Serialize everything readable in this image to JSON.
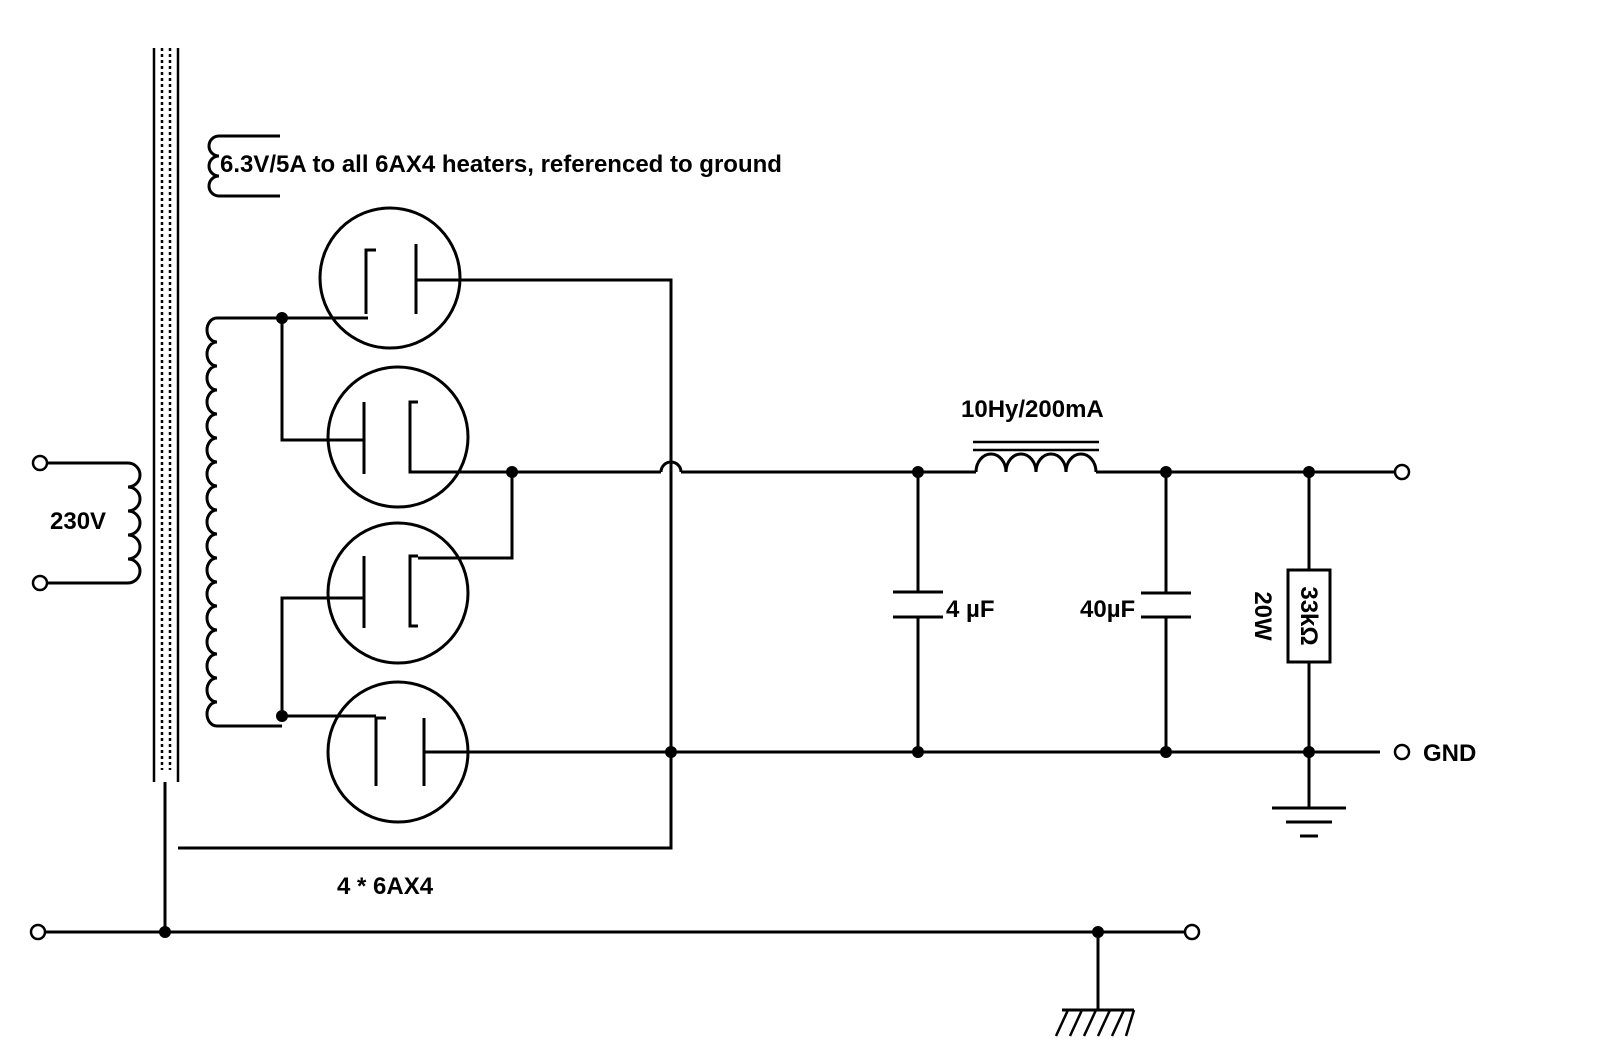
{
  "labels": {
    "heater": "6.3V/5A to all 6AX4 heaters, referenced to ground",
    "mains": "230V",
    "tubes": "4 * 6AX4",
    "choke": "10Hy/200mA",
    "cap1": "4  µF",
    "cap2": "40µF",
    "resistor_value": "33kΩ",
    "resistor_power": "20W",
    "gnd": "GND"
  }
}
